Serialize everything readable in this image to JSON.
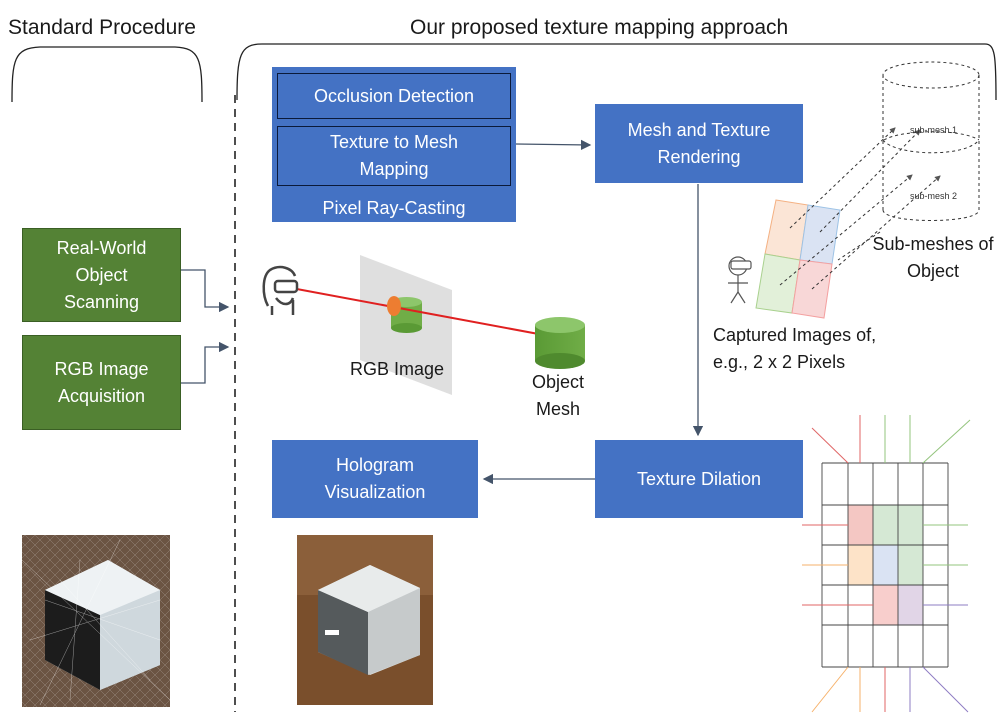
{
  "headings": {
    "standard": "Standard Procedure",
    "proposed": "Our proposed texture mapping approach"
  },
  "left_boxes": {
    "scanning": "Real-World Object Scanning",
    "rgb_acquisition": "RGB Image Acquisition"
  },
  "pipeline": {
    "occlusion": "Occlusion Detection",
    "texture_to_mesh": "Texture to Mesh Mapping",
    "raycasting": "Pixel Ray-Casting",
    "mesh_render": "Mesh and Texture Rendering",
    "dilation": "Texture Dilation",
    "hologram": "Hologram Visualization"
  },
  "illustration": {
    "rgb_image": "RGB Image",
    "object_mesh": "Object Mesh",
    "captured_images": "Captured Images of, e.g., 2 x 2 Pixels",
    "submeshes": "Sub-meshes of Object",
    "submesh_1": "sub-mesh 1",
    "submesh_2": "sub-mesh 2"
  },
  "colors": {
    "pipeline_blue": "#4472c4",
    "scan_green": "#548235",
    "ray_red": "#e02020",
    "cylinder_green": "#70ad47"
  },
  "icons": [
    "headset-user-icon",
    "stick-figure-icon",
    "cylinder-mesh-icon"
  ]
}
